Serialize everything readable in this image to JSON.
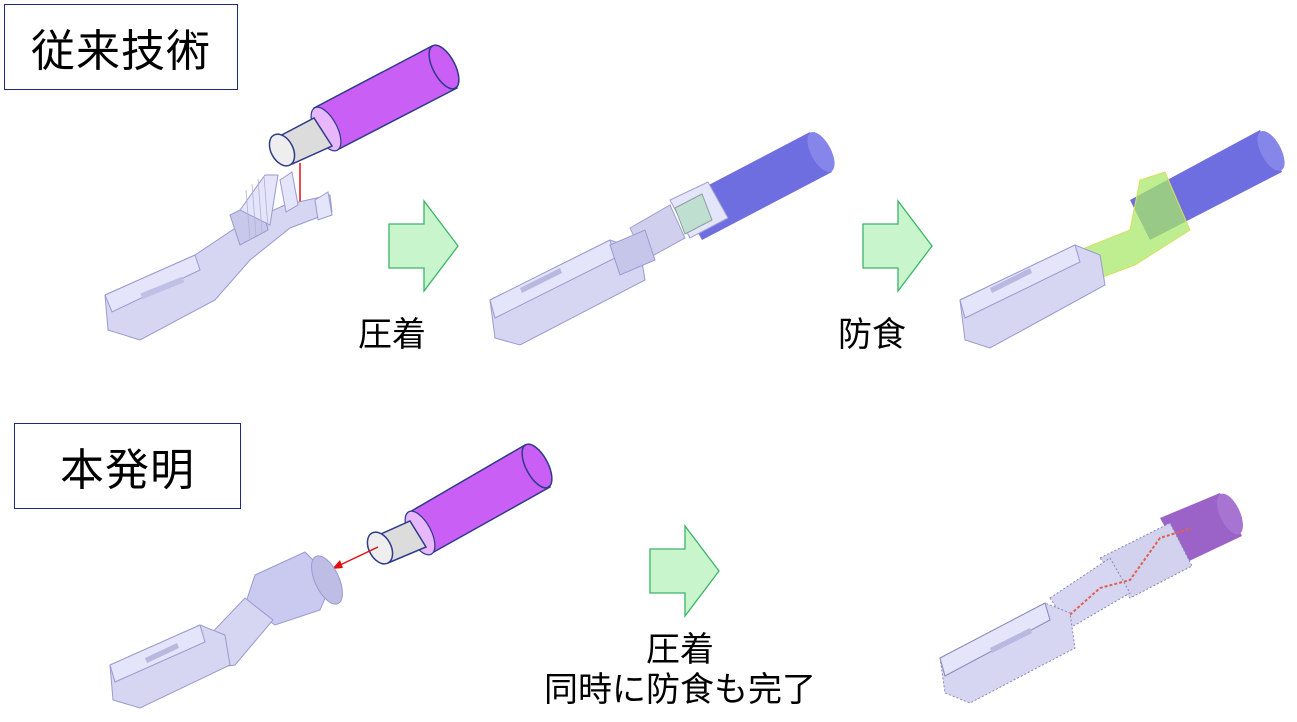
{
  "sections": {
    "conventional": {
      "title": "従来技術",
      "steps": [
        {
          "label": "圧着"
        },
        {
          "label": "防食"
        }
      ]
    },
    "invention": {
      "title": "本発明",
      "steps": [
        {
          "label_line1": "圧着",
          "label_line2": "同時に防食も完了"
        }
      ]
    }
  },
  "colors": {
    "title_border": "#1f2a7a",
    "arrow_fill": "#c9f5cc",
    "arrow_stroke": "#3bb56a",
    "wire_insulation_violet": "#c95ff5",
    "wire_insulation_blue": "#6e6ee0",
    "wire_core": "#dcdcdc",
    "terminal": "#d6d6f2",
    "anticorrosion_coating": "#a8e86a",
    "insert_arrow": "#e01010"
  }
}
